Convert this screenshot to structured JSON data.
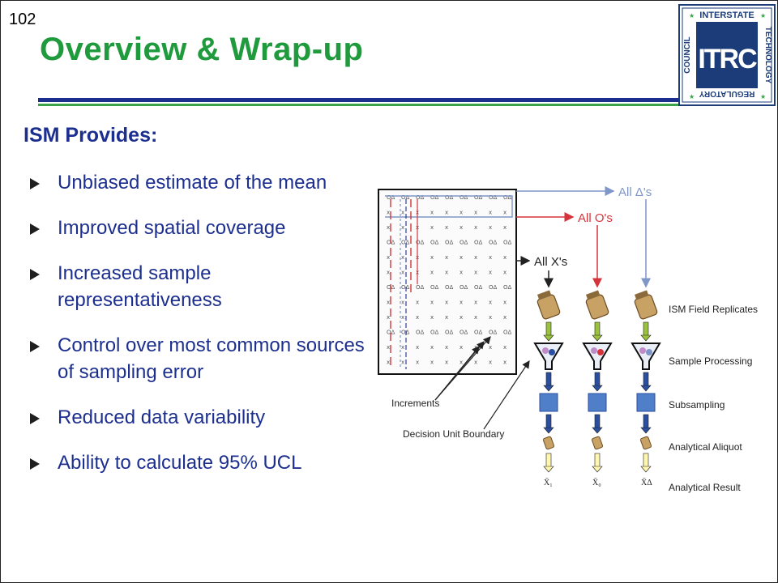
{
  "page_number": "102",
  "title": "Overview & Wrap-up",
  "subtitle": "ISM Provides:",
  "bullets": [
    "Unbiased estimate of the mean",
    "Improved spatial coverage",
    "Increased sample representativeness",
    "Control over most common sources of sampling error",
    "Reduced data variability",
    "Ability to calculate 95% UCL"
  ],
  "logo": {
    "letters": "ITRC",
    "ring_top": "INTERSTATE",
    "ring_right": "TECHNOLOGY",
    "ring_bottom": "REGULATORY",
    "ring_left": "COUNCIL"
  },
  "figure": {
    "top_labels": [
      "All Δ's",
      "All O's",
      "All X's"
    ],
    "grid_labels": [
      "Increments",
      "Decision Unit Boundary"
    ],
    "step_labels": [
      "ISM Field Replicates",
      "Sample Processing",
      "Subsampling",
      "Analytical Aliquot",
      "Analytical Result"
    ],
    "results": [
      "X̄₁",
      "X̄₀",
      "X̄Δ"
    ]
  },
  "colors": {
    "title_green": "#1f9a3d",
    "text_blue": "#1c2f8f",
    "logo_blue": "#1b3c78",
    "arrow_blue": "#7f96c8",
    "arrow_red": "#d6343c"
  }
}
